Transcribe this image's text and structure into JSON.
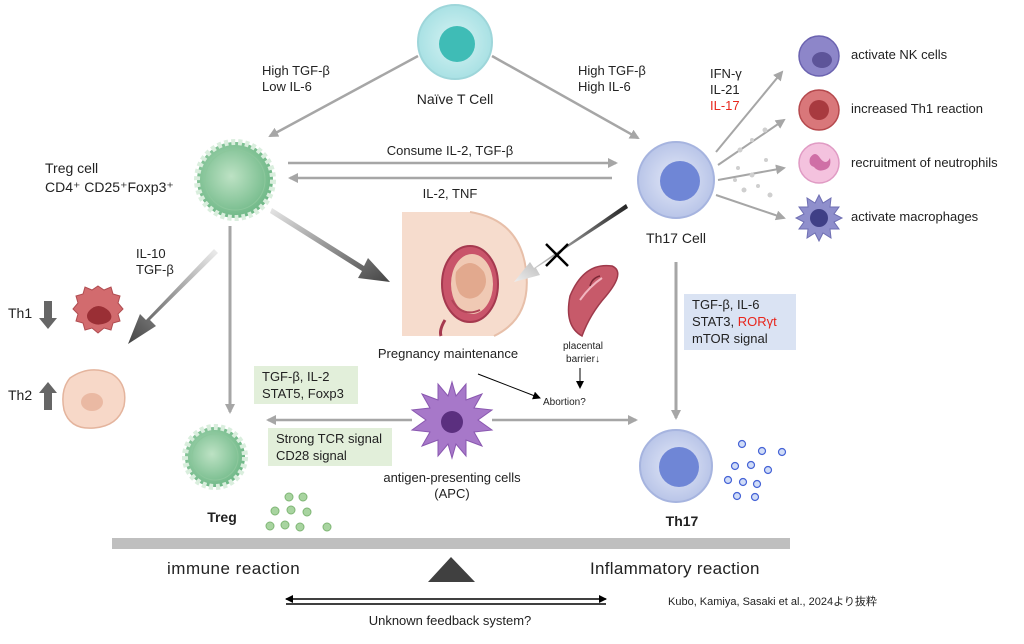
{
  "cells": {
    "naive": "Naïve T Cell",
    "treg_line1": "Treg cell",
    "treg_line2": "CD4⁺ CD25⁺Foxp3⁺",
    "th17": "Th17 Cell",
    "th1": "Th1",
    "th2": "Th2",
    "treg_bottom": "Treg",
    "th17_bottom": "Th17",
    "apc_line1": "antigen-presenting cells",
    "apc_line2": "(APC)"
  },
  "signals": {
    "left_top_1": "High TGF-β",
    "left_top_2": "Low IL-6",
    "right_top_1": "High TGF-β",
    "right_top_2": "High IL-6",
    "consume": "Consume IL-2, TGF-β",
    "il2_tnf": "IL-2, TNF",
    "il10": "IL-10",
    "tgfb": "TGF-β",
    "cytokine_1": "IFN-γ",
    "cytokine_2": "IL-21",
    "cytokine_3": "IL-17"
  },
  "effects": [
    "activate NK cells",
    "increased Th1 reaction",
    "recruitment  of neutrophils",
    "activate macrophages"
  ],
  "boxes": {
    "green1_line1": "TGF-β, IL-2",
    "green1_line2": "STAT5, Foxp3",
    "green2_line1": "Strong TCR signal",
    "green2_line2": "CD28 signal",
    "blue_line1": "TGF-β, IL-6",
    "blue_line2a": "STAT3, ",
    "blue_line2b": "RORγt",
    "blue_line3": "mTOR signal"
  },
  "center": {
    "pregnancy": "Pregnancy maintenance",
    "placental_1": "placental",
    "placental_2": "barrier↓",
    "abortion": "Abortion?"
  },
  "balance": {
    "left": "immune reaction",
    "right": "Inflammatory reaction",
    "feedback": "Unknown  feedback system?",
    "citation": "Kubo, Kamiya,  Sasaki et al., 2024より抜粋"
  },
  "colors": {
    "highlight_red": "#e8261c",
    "green_box": "#e2efda",
    "blue_box": "#dae3f3",
    "arrow_gray": "#a6a6a6"
  }
}
